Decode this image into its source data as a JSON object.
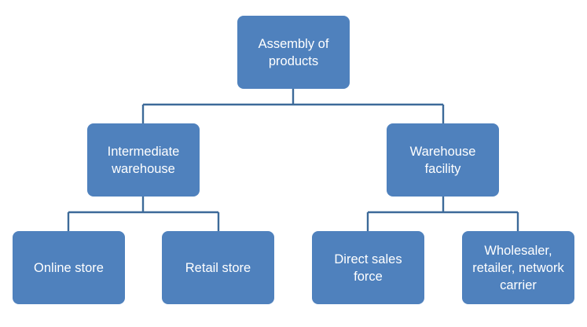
{
  "diagram": {
    "root": {
      "label": "Assembly of products"
    },
    "intermediate_warehouse": {
      "label": "Intermediate warehouse"
    },
    "warehouse_facility": {
      "label": "Warehouse facility"
    },
    "online_store": {
      "label": "Online store"
    },
    "retail_store": {
      "label": "Retail store"
    },
    "direct_sales": {
      "label": "Direct sales force"
    },
    "wholesaler": {
      "label": "Wholesaler, retailer, network carrier"
    }
  },
  "colors": {
    "node_fill": "#4f81bd",
    "connector": "#3d6a99",
    "text": "#ffffff"
  }
}
